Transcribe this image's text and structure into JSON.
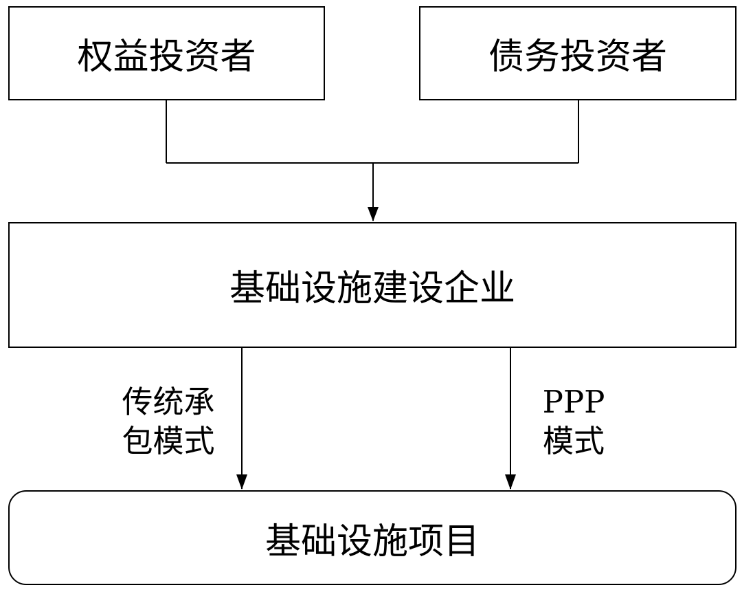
{
  "nodes": {
    "equity_investor": "权益投资者",
    "debt_investor": "债务投资者",
    "enterprise": "基础设施建设企业",
    "project": "基础设施项目"
  },
  "edges": {
    "traditional_line1": "传统承",
    "traditional_line2": "包模式",
    "ppp_line1": "PPP",
    "ppp_line2": "模式"
  }
}
